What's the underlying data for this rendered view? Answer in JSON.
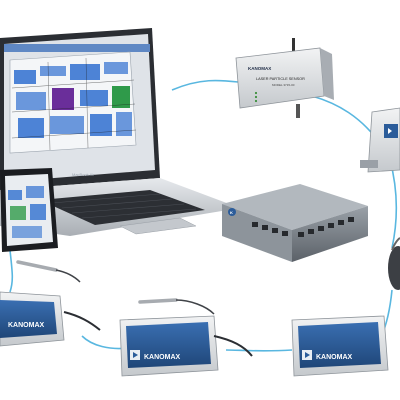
{
  "laptop": {
    "brand_label": "MacBook Air"
  },
  "particle_sensor": {
    "brand": "KANOMAX",
    "title": "LASER PARTICLE SENSOR",
    "model": "MODEL 3715-00"
  },
  "transmitter_a": {
    "brand": "KANOMAX"
  },
  "transmitter_b": {
    "brand": "KANOMAX"
  },
  "transmitter_c": {
    "brand": "KANOMAX"
  },
  "hub": {
    "brand_mark": "K"
  },
  "colors": {
    "cable": "#59b7e0",
    "transmitter_blue": "#2b5c9a",
    "laptop_silver": "#c9cdd2",
    "floorplan_blue": "#2f6fd0"
  }
}
